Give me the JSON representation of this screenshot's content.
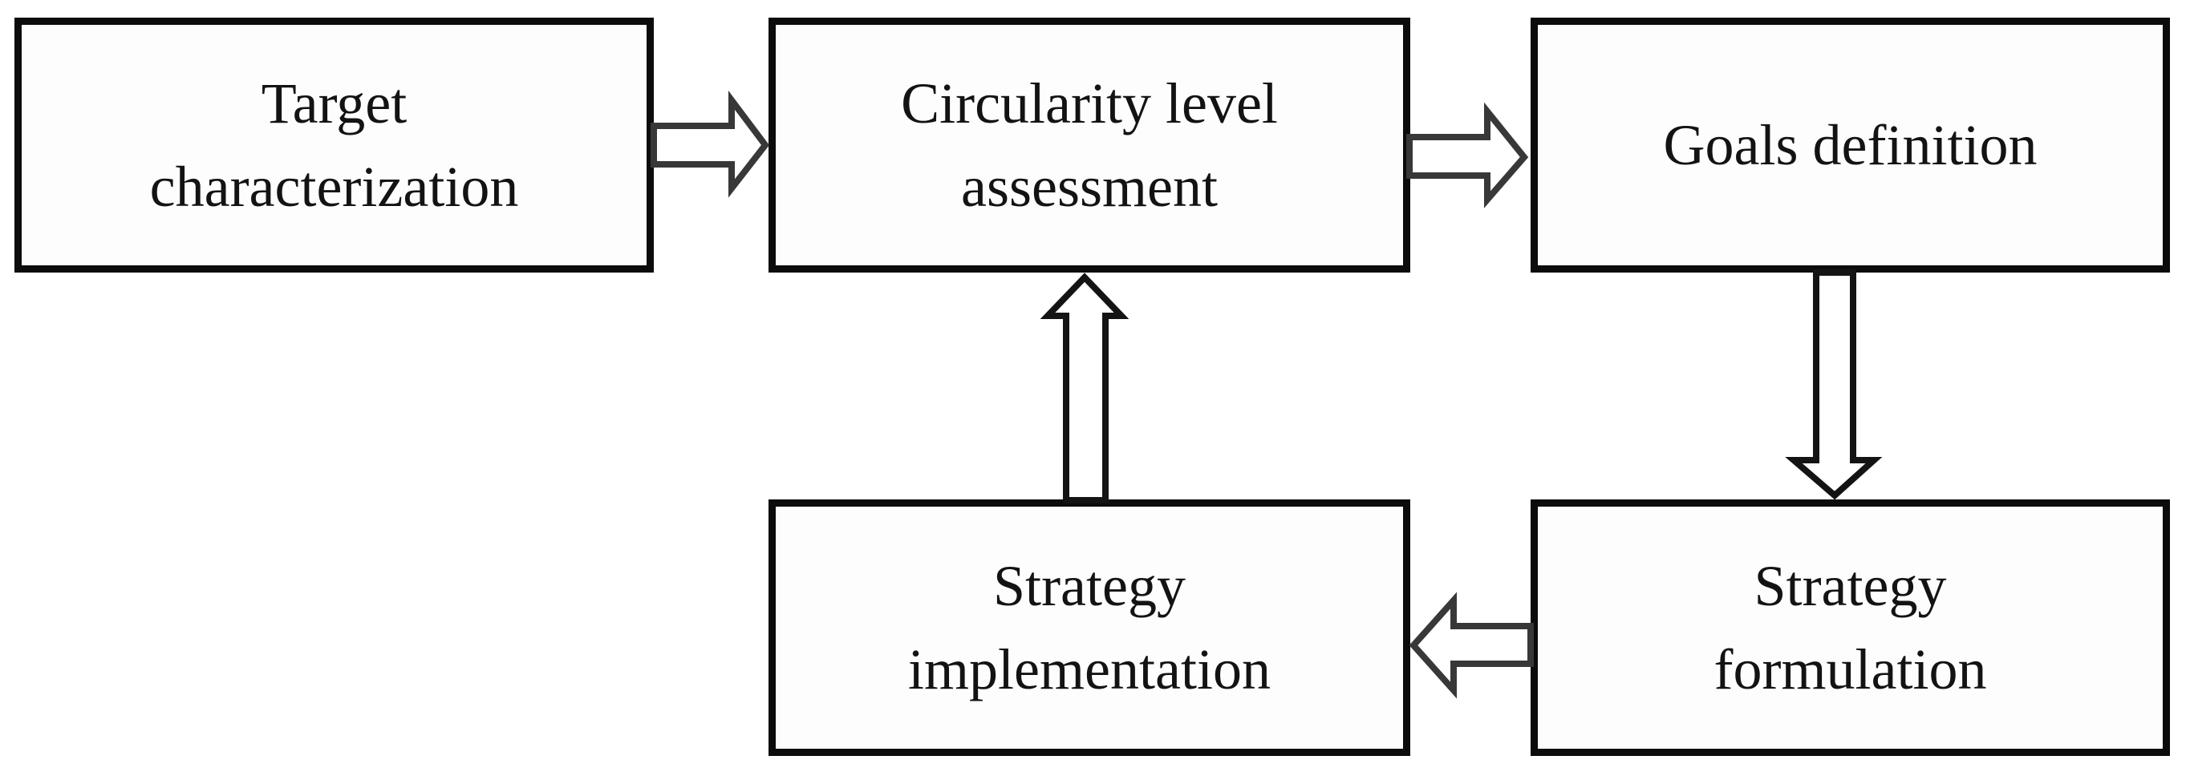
{
  "diagram": {
    "type": "flowchart-cycle",
    "nodes": [
      {
        "id": "target-characterization",
        "label": "Target\ncharacterization"
      },
      {
        "id": "circularity-level-assessment",
        "label": "Circularity level\nassessment"
      },
      {
        "id": "goals-definition",
        "label": "Goals definition"
      },
      {
        "id": "strategy-formulation",
        "label": "Strategy\nformulation"
      },
      {
        "id": "strategy-implementation",
        "label": "Strategy\nimplementation"
      }
    ],
    "edges": [
      {
        "from": "target-characterization",
        "to": "circularity-level-assessment",
        "direction": "right"
      },
      {
        "from": "circularity-level-assessment",
        "to": "goals-definition",
        "direction": "right"
      },
      {
        "from": "goals-definition",
        "to": "strategy-formulation",
        "direction": "down"
      },
      {
        "from": "strategy-formulation",
        "to": "strategy-implementation",
        "direction": "left"
      },
      {
        "from": "strategy-implementation",
        "to": "circularity-level-assessment",
        "direction": "up"
      }
    ],
    "colors": {
      "background": "#ffffff",
      "box_border": "#0c0c0c",
      "text": "#131313",
      "horizontal_arrow_outline": "#383838",
      "vertical_arrow_outline": "#141414",
      "arrow_fill": "#ffffff"
    }
  }
}
